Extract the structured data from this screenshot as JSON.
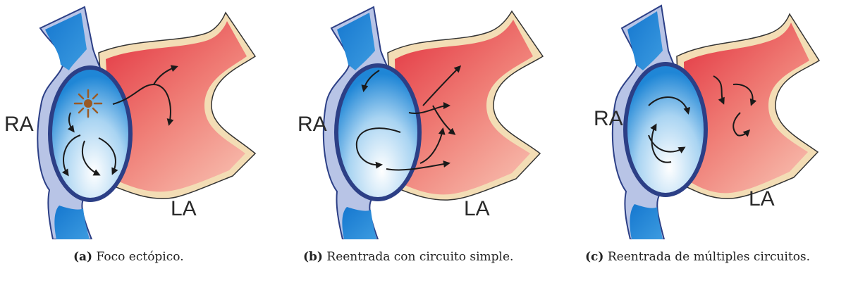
{
  "figure": {
    "labels": {
      "right_atrium": "RA",
      "left_atrium": "LA"
    },
    "panels": [
      {
        "tag": "(a)",
        "caption": "Foco ectópico."
      },
      {
        "tag": "(b)",
        "caption": "Reentrada con circuito simple."
      },
      {
        "tag": "(c)",
        "caption": "Reentrada de múltiples circuitos."
      }
    ]
  },
  "colors": {
    "vein_blue": "#1f86d6",
    "vein_outline": "#2c3f86",
    "atrium_red": "#e6414e",
    "atrium_light": "#f4a79b",
    "wall_cream": "#f3ddb5",
    "focus_brown": "#9a5a25"
  }
}
